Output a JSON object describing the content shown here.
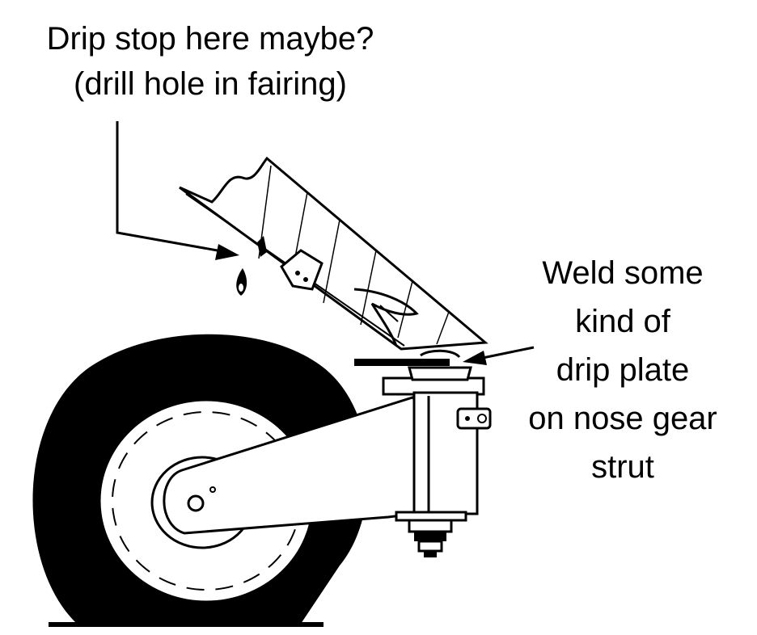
{
  "labels": {
    "drip_stop": {
      "line1": "Drip stop here maybe?",
      "line2": "(drill hole in fairing)"
    },
    "drip_plate": {
      "line1": "Weld some",
      "line2": "kind of",
      "line3": "drip plate",
      "line4": "on nose gear",
      "line5": "strut"
    }
  },
  "colors": {
    "ink": "#000000",
    "paper": "#ffffff"
  }
}
